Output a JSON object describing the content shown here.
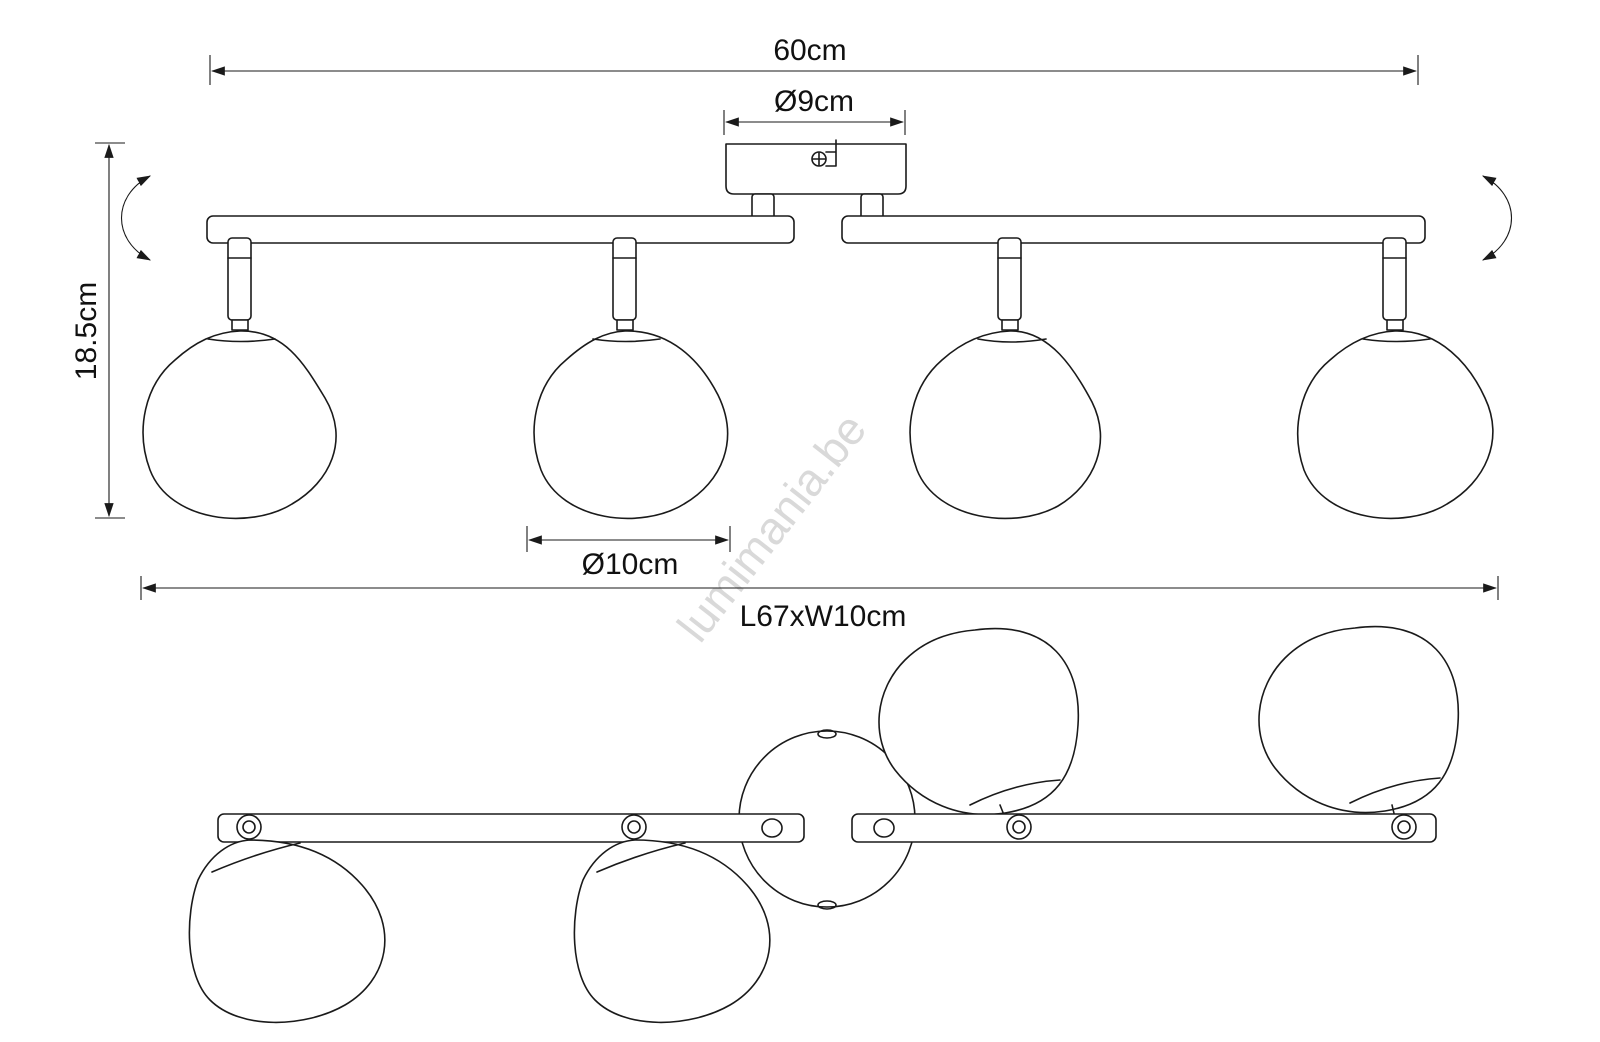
{
  "dimensions": {
    "overall_width": "60cm",
    "canopy_diameter": "Ø9cm",
    "height": "18.5cm",
    "shade_diameter": "Ø10cm",
    "overall_size": "L67xW10cm"
  },
  "watermark": "lumimania.be",
  "views": {
    "front": {
      "lamp_count": 4
    },
    "top": {
      "lamp_count": 4
    }
  }
}
